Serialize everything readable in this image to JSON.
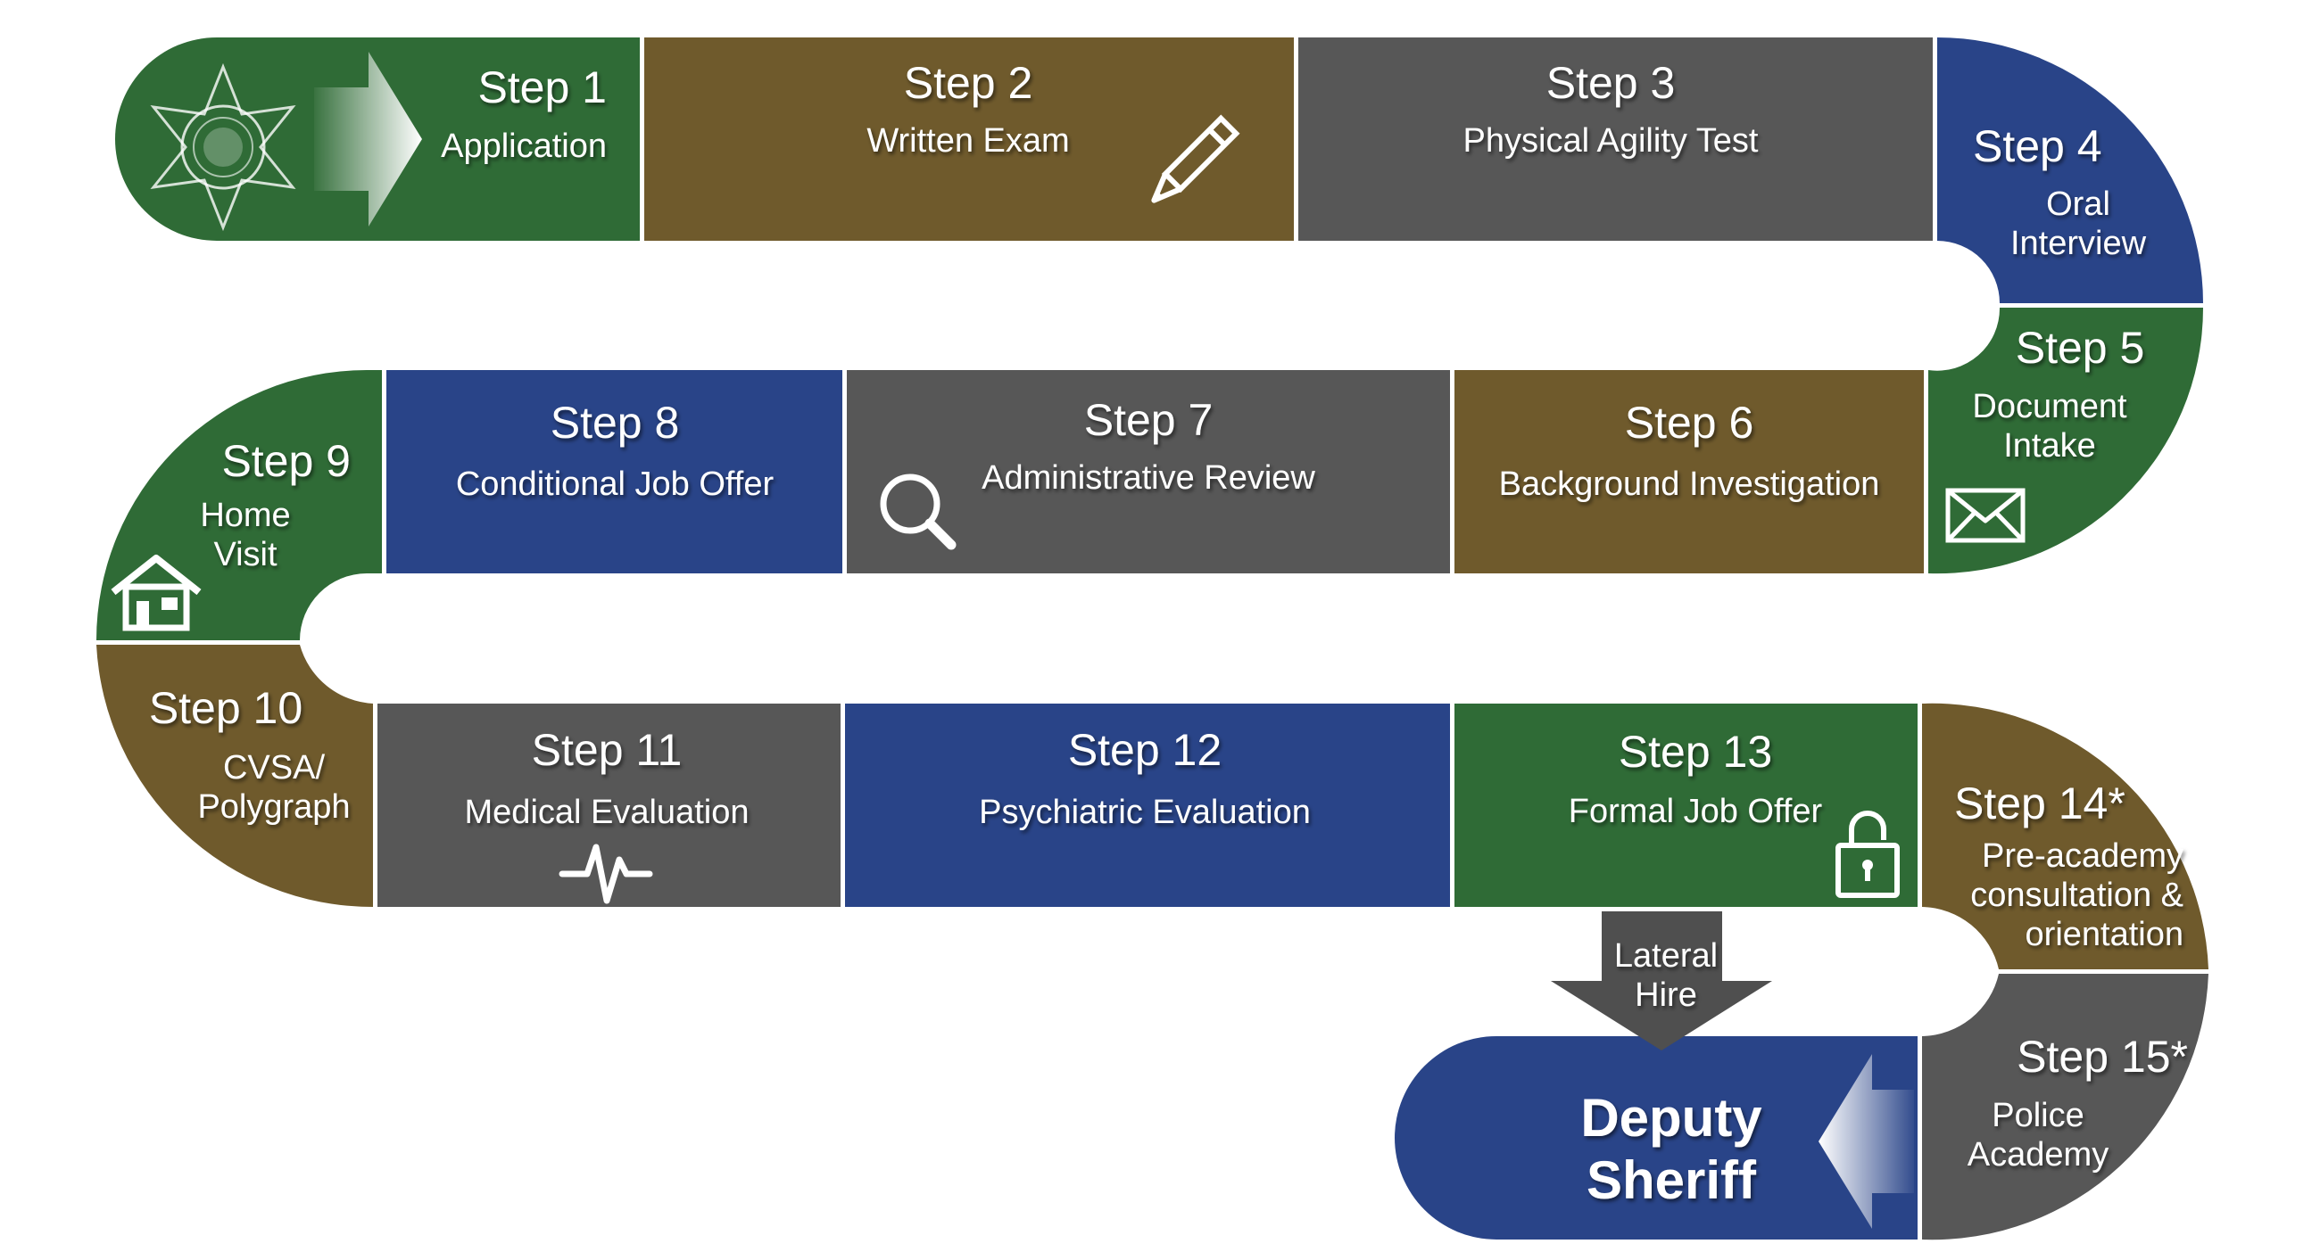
{
  "colors": {
    "green": "#2f6b36",
    "olive": "#6f5a2c",
    "gray": "#575757",
    "blue": "#294488",
    "arrow": "#4f4f4f",
    "text": "#ffffff"
  },
  "steps": [
    {
      "title": "Step 1",
      "lines": [
        "Application"
      ],
      "icon": "sheriff-badge-icon"
    },
    {
      "title": "Step 2",
      "lines": [
        "Written Exam"
      ],
      "icon": "pencil-icon"
    },
    {
      "title": "Step 3",
      "lines": [
        "Physical Agility Test"
      ]
    },
    {
      "title": "Step 4",
      "lines": [
        "Oral",
        "Interview"
      ]
    },
    {
      "title": "Step 5",
      "lines": [
        "Document",
        "Intake"
      ],
      "icon": "envelope-icon"
    },
    {
      "title": "Step 6",
      "lines": [
        "Background Investigation"
      ]
    },
    {
      "title": "Step 7",
      "lines": [
        "Administrative Review"
      ],
      "icon": "magnifier-icon"
    },
    {
      "title": "Step 8",
      "lines": [
        "Conditional Job Offer"
      ]
    },
    {
      "title": "Step 9",
      "lines": [
        "Home",
        "Visit"
      ],
      "icon": "house-icon"
    },
    {
      "title": "Step 10",
      "lines": [
        "CVSA/",
        "Polygraph"
      ]
    },
    {
      "title": "Step 11",
      "lines": [
        "Medical Evaluation"
      ],
      "icon": "heartbeat-icon"
    },
    {
      "title": "Step 12",
      "lines": [
        "Psychiatric Evaluation"
      ]
    },
    {
      "title": "Step 13",
      "lines": [
        "Formal Job Offer"
      ],
      "icon": "padlock-icon"
    },
    {
      "title": "Step 14*",
      "lines": [
        "Pre-academy",
        "consultation &",
        "orientation"
      ]
    },
    {
      "title": "Step 15*",
      "lines": [
        "Police",
        "Academy"
      ]
    }
  ],
  "lateral_hire": [
    "Lateral",
    "Hire"
  ],
  "final": {
    "lines": [
      "Deputy",
      "Sheriff"
    ]
  }
}
